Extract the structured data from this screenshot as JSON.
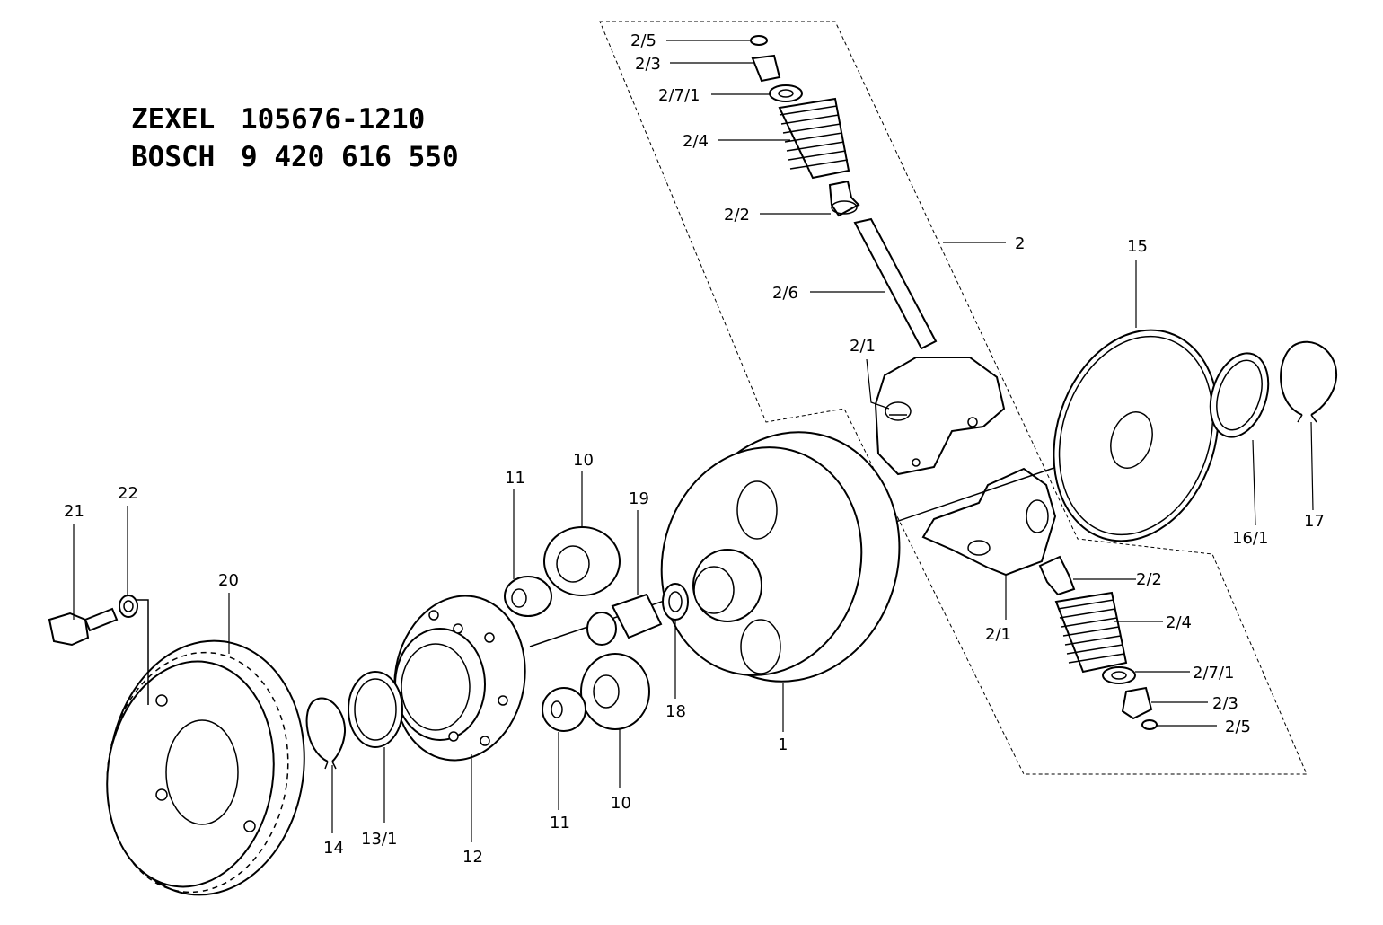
{
  "header": {
    "line1_brand": "ZEXEL",
    "line1_number": "105676-1210",
    "line2_brand": "BOSCH",
    "line2_number": "9 420 616 550"
  },
  "callouts": {
    "c_2_5_top": "2/5",
    "c_2_3_top": "2/3",
    "c_2_7_1_top": "2/7/1",
    "c_2_4_top": "2/4",
    "c_2_2_top": "2/2",
    "c_2": "2",
    "c_2_6": "2/6",
    "c_2_1_top": "2/1",
    "c_15": "15",
    "c_16_1": "16/1",
    "c_17": "17",
    "c_1": "1",
    "c_2_2_bottom": "2/2",
    "c_2_4_bottom": "2/4",
    "c_2_1_bottom": "2/1",
    "c_2_7_1_bottom": "2/7/1",
    "c_2_3_bottom": "2/3",
    "c_2_5_bottom": "2/5",
    "c_11_top": "11",
    "c_10_top": "10",
    "c_19": "19",
    "c_18": "18",
    "c_11_bottom": "11",
    "c_10_bottom": "10",
    "c_12": "12",
    "c_13_1": "13/1",
    "c_14": "14",
    "c_20": "20",
    "c_21": "21",
    "c_22": "22"
  }
}
